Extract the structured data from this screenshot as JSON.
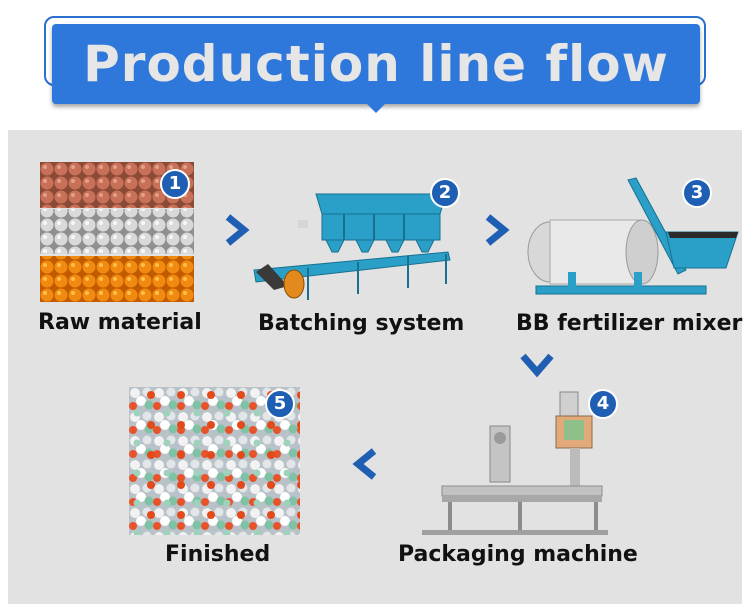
{
  "header": {
    "title": "Production line flow"
  },
  "steps": [
    {
      "number": "1",
      "label": "Raw material"
    },
    {
      "number": "2",
      "label": "Batching system"
    },
    {
      "number": "3",
      "label": "BB fertilizer mixer"
    },
    {
      "number": "4",
      "label": "Packaging machine"
    },
    {
      "number": "5",
      "label": "Finished"
    }
  ],
  "colors": {
    "accent": "#2f78db",
    "badge": "#1f5fb3",
    "panel": "#e2e2e2"
  }
}
